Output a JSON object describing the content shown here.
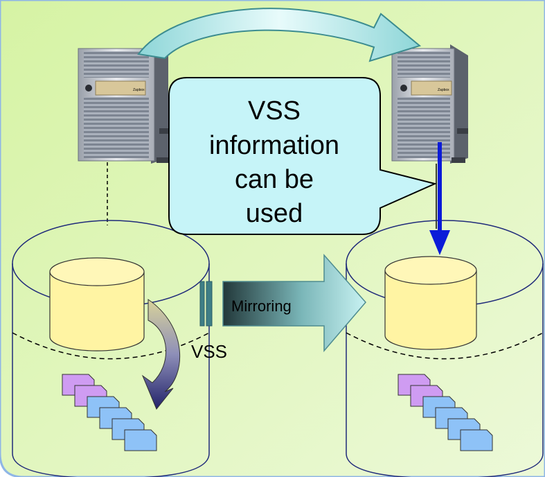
{
  "callout": {
    "line1": "VSS",
    "line2": "information",
    "line3": "can be",
    "line4": "used"
  },
  "mirror_label": "Mirroring",
  "vss_label": "VSS",
  "server_brand": "Zapbox",
  "colors": {
    "background": "#d9f2a8",
    "callout_fill": "#c6f4f8",
    "db_fill": "#fff4a3",
    "file_purple": "#cf9cf2",
    "file_blue": "#8ec2f7",
    "blue_arrow": "#0b1bd8"
  }
}
